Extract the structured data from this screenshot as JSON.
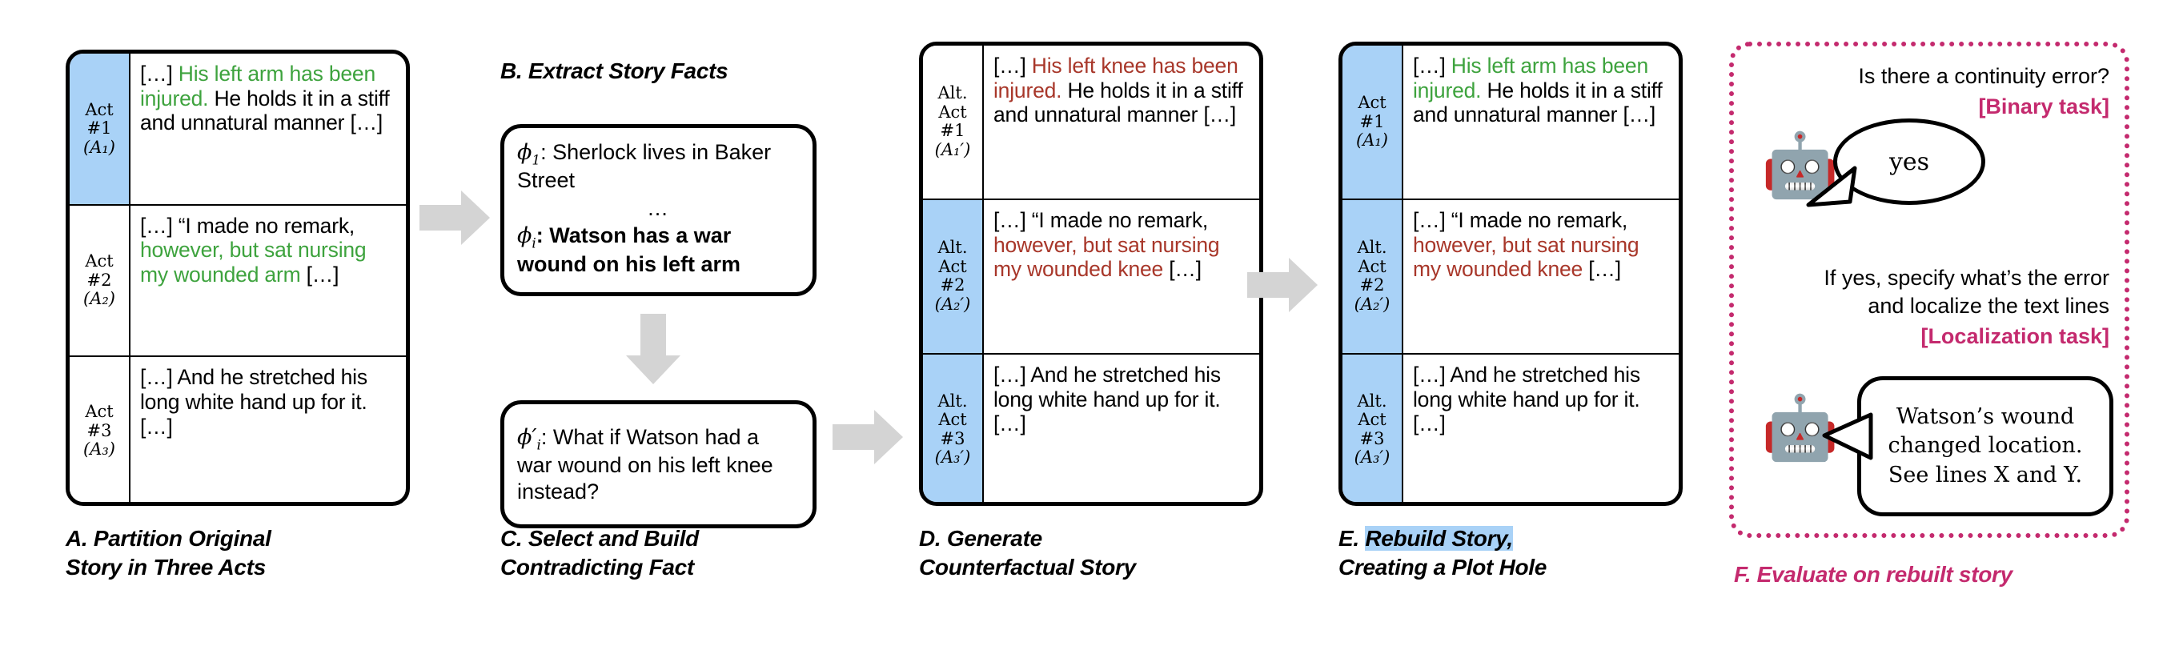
{
  "panelA": {
    "caption_line1": "A. Partition Original",
    "caption_line2": "Story in Three Acts",
    "rows": [
      {
        "label_l1": "Act",
        "label_l2": "#1",
        "label_l3": "(A₁)",
        "text_pre": "[…] ",
        "text_hi": "His left arm has been injured.",
        "text_post": " He holds it in a stiff and unnatural manner […]",
        "hi_color": "green",
        "label_bg": "blue"
      },
      {
        "label_l1": "Act",
        "label_l2": "#2",
        "label_l3": "(A₂)",
        "text_pre": "[…] “I made no remark, ",
        "text_hi": "however, but sat nursing my wounded arm",
        "text_post": " […]",
        "hi_color": "green",
        "label_bg": "white"
      },
      {
        "label_l1": "Act",
        "label_l2": "#3",
        "label_l3": "(A₃)",
        "text_pre": "[…] And he stretched his long white hand up for it. […]",
        "text_hi": "",
        "text_post": "",
        "hi_color": "none",
        "label_bg": "white"
      }
    ]
  },
  "panelB": {
    "title": "B. Extract Story Facts",
    "fact1_symbol": "ϕ",
    "fact1_sub": "1",
    "fact1_text": ": Sherlock lives in Baker Street",
    "ellipsis": "…",
    "fact2_symbol": "ϕ",
    "fact2_sub": "i",
    "fact2_text": ": Watson has a war wound on his left arm"
  },
  "panelC": {
    "caption_line1": "C. Select and Build",
    "caption_line2": "Contradicting Fact",
    "fact_symbol": "ϕ′",
    "fact_sub": "i",
    "fact_text": ": What if Watson had a war wound on his left knee instead?"
  },
  "panelD": {
    "caption_line1": "D. Generate",
    "caption_line2": "Counterfactual Story",
    "rows": [
      {
        "label_l1": "Alt.",
        "label_l2": "Act",
        "label_l3": "#1",
        "label_l4": "(A₁′)",
        "text_pre": "[…] ",
        "text_hi": "His left knee has been injured.",
        "text_post": " He holds it in a stiff and unnatural manner […]",
        "hi_color": "red",
        "label_bg": "white"
      },
      {
        "label_l1": "Alt.",
        "label_l2": "Act",
        "label_l3": "#2",
        "label_l4": "(A₂′)",
        "text_pre": "[…] “I made no remark, ",
        "text_hi": "however, but sat nursing my wounded knee",
        "text_post": " […]",
        "hi_color": "red",
        "label_bg": "blue"
      },
      {
        "label_l1": "Alt.",
        "label_l2": "Act",
        "label_l3": "#3",
        "label_l4": "(A₃′)",
        "text_pre": "[…] And he stretched his long white hand up for it. […]",
        "text_hi": "",
        "text_post": "",
        "hi_color": "none",
        "label_bg": "blue"
      }
    ]
  },
  "panelE": {
    "caption_prefix": "E. ",
    "caption_highlight": "Rebuild Story,",
    "caption_line2": "Creating a Plot Hole",
    "rows": [
      {
        "label_l1": "Act",
        "label_l2": "#1",
        "label_l3": "(A₁)",
        "text_pre": "[…] ",
        "text_hi": "His left arm has been injured.",
        "text_post": " He holds it in a stiff and unnatural manner […]",
        "hi_color": "green",
        "label_bg": "blue"
      },
      {
        "label_l1": "Alt.",
        "label_l2": "Act",
        "label_l3": "#2",
        "label_l4": "(A₂′)",
        "text_pre": "[…] “I made no remark, ",
        "text_hi": "however, but sat nursing my wounded knee",
        "text_post": " […]",
        "hi_color": "red",
        "label_bg": "blue"
      },
      {
        "label_l1": "Alt.",
        "label_l2": "Act",
        "label_l3": "#3",
        "label_l4": "(A₃′)",
        "text_pre": "[…] And he stretched his long white hand up for it. […]",
        "text_hi": "",
        "text_post": "",
        "hi_color": "none",
        "label_bg": "blue"
      }
    ]
  },
  "panelF": {
    "caption": "F. Evaluate on rebuilt story",
    "question_binary": "Is there a continuity error?",
    "tag_binary": "[Binary task]",
    "answer_binary": "yes",
    "question_localize_l1": "If yes, specify what’s the error",
    "question_localize_l2": "and localize the text lines",
    "tag_localize": "[Localization task]",
    "answer_localize_l1": "Watson’s wound",
    "answer_localize_l2": "changed location.",
    "answer_localize_l3": "See lines X and Y.",
    "robot_glyph": "🤖"
  },
  "colors": {
    "highlight_blue": "#a9d2f7",
    "green_text": "#3ea33e",
    "red_text": "#a8372a",
    "pink_accent": "#c42a6e",
    "arrow_gray": "#d4d4d4"
  }
}
